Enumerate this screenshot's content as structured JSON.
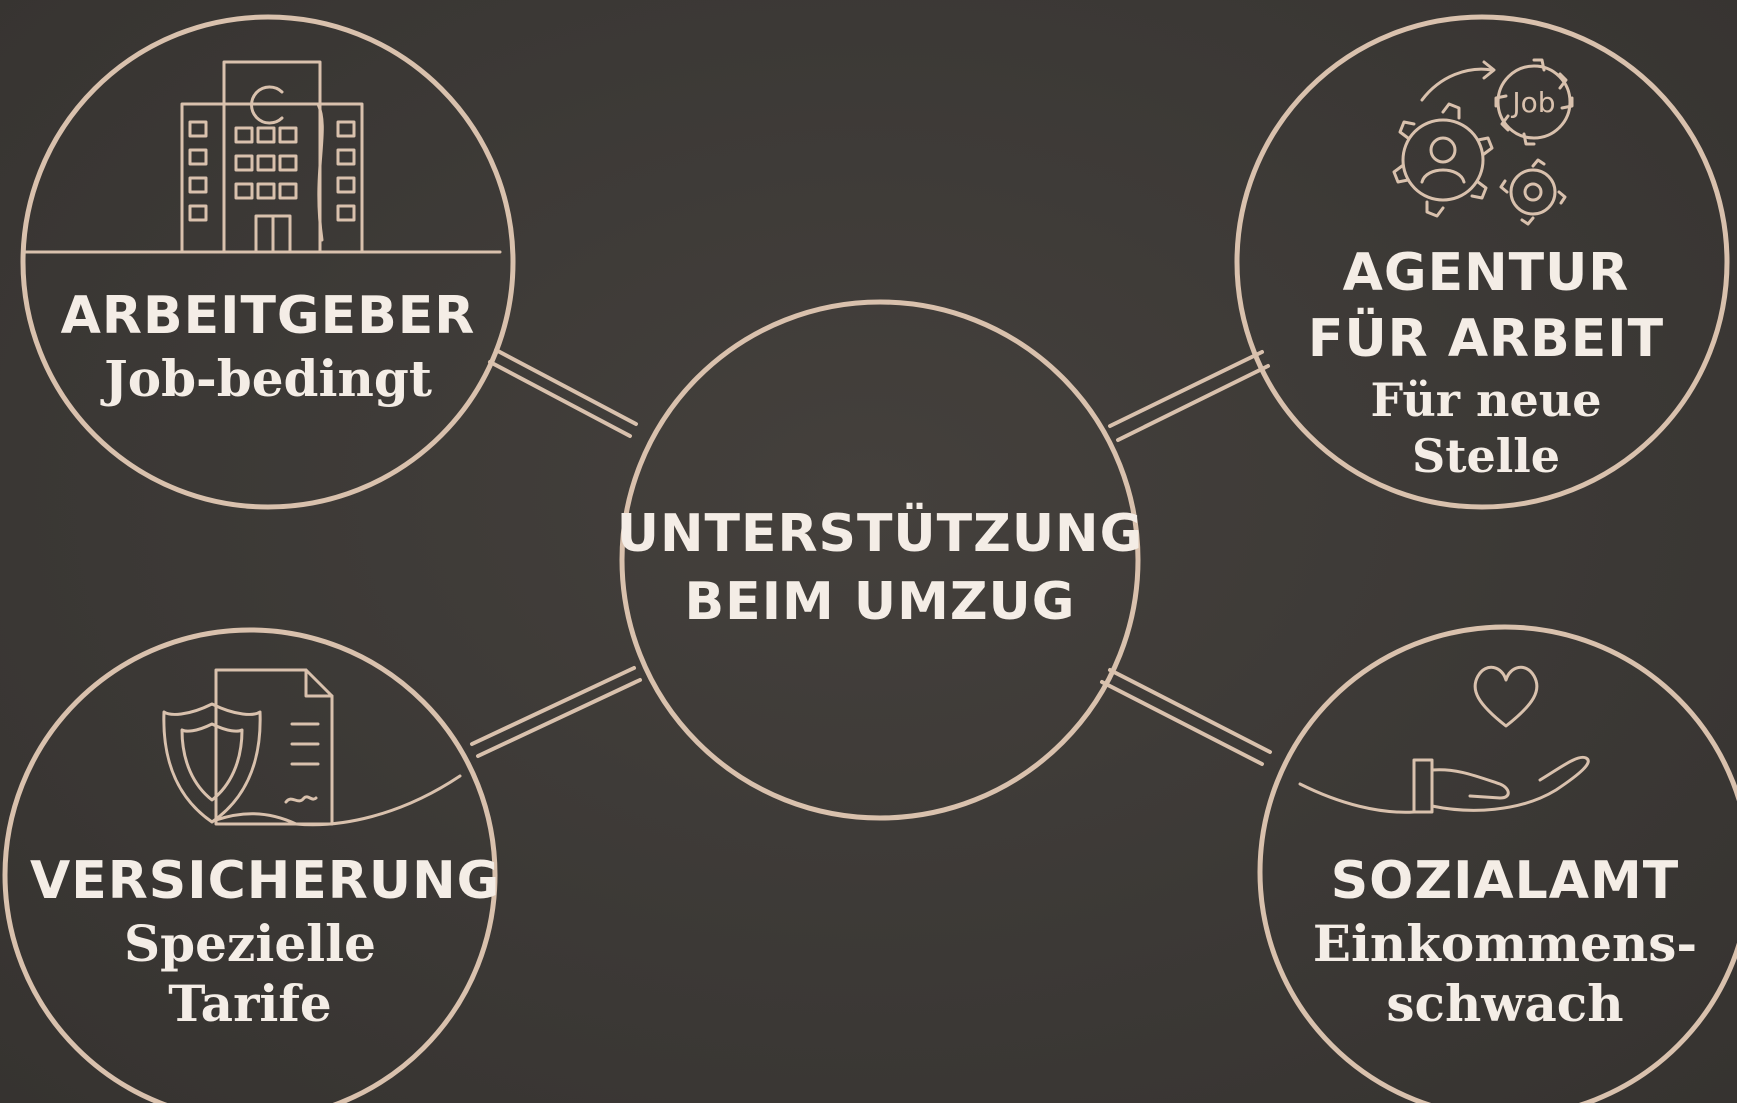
{
  "center": {
    "line1": "UNTERSTÜTZUNG",
    "line2": "BEIM UMZUG"
  },
  "nodes": {
    "arbeitgeber": {
      "title": "ARBEITGEBER",
      "subtitle": "Job-bedingt",
      "icon": "office-building-icon"
    },
    "agentur": {
      "title_line1": "AGENTUR",
      "title_line2": "FÜR ARBEIT",
      "subtitle_line1": "Für neue",
      "subtitle_line2": "Stelle",
      "icon": "job-gears-icon",
      "icon_text": "Job"
    },
    "versicherung": {
      "title": "VERSICHERUNG",
      "subtitle_line1": "Spezielle",
      "subtitle_line2": "Tarife",
      "icon": "shield-document-icon"
    },
    "sozialamt": {
      "title": "SOZIALAMT",
      "subtitle_line1": "Einkommens-",
      "subtitle_line2": "schwach",
      "icon": "heart-hand-icon"
    }
  },
  "colors": {
    "background": "#3d3a37",
    "line": "#d9c1ad",
    "text": "#f4ede6"
  }
}
